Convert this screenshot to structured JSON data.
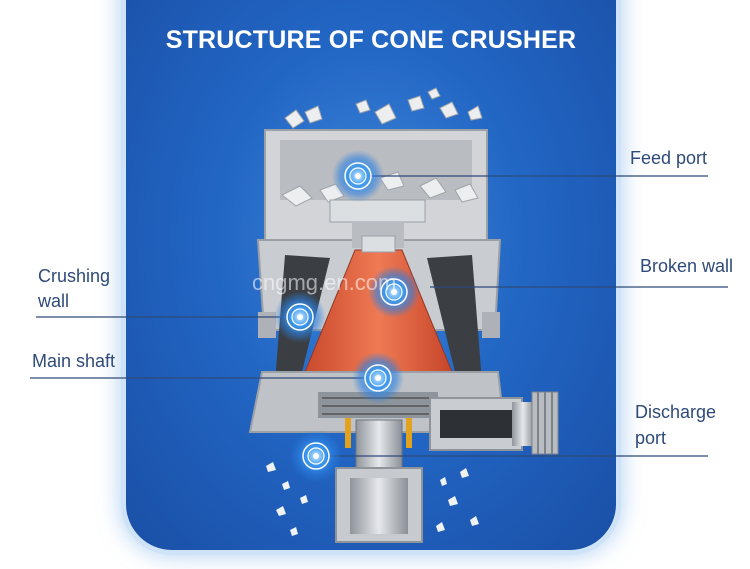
{
  "title": "STRUCTURE OF CONE CRUSHER",
  "watermark": "cngmg.en.com",
  "labels": {
    "feed_port": "Feed port",
    "broken_wall": "Broken wall",
    "crushing_wall_line1": "Crushing",
    "crushing_wall_line2": "wall",
    "main_shaft": "Main shaft",
    "discharge_port_line1": "Discharge",
    "discharge_port_line2": "port"
  },
  "colors": {
    "panel": "#2266c4",
    "leader_line": "#2f4a78",
    "cone": "#e0613f",
    "housing": "#c9ccd1",
    "marker": "#3d9bf0"
  }
}
